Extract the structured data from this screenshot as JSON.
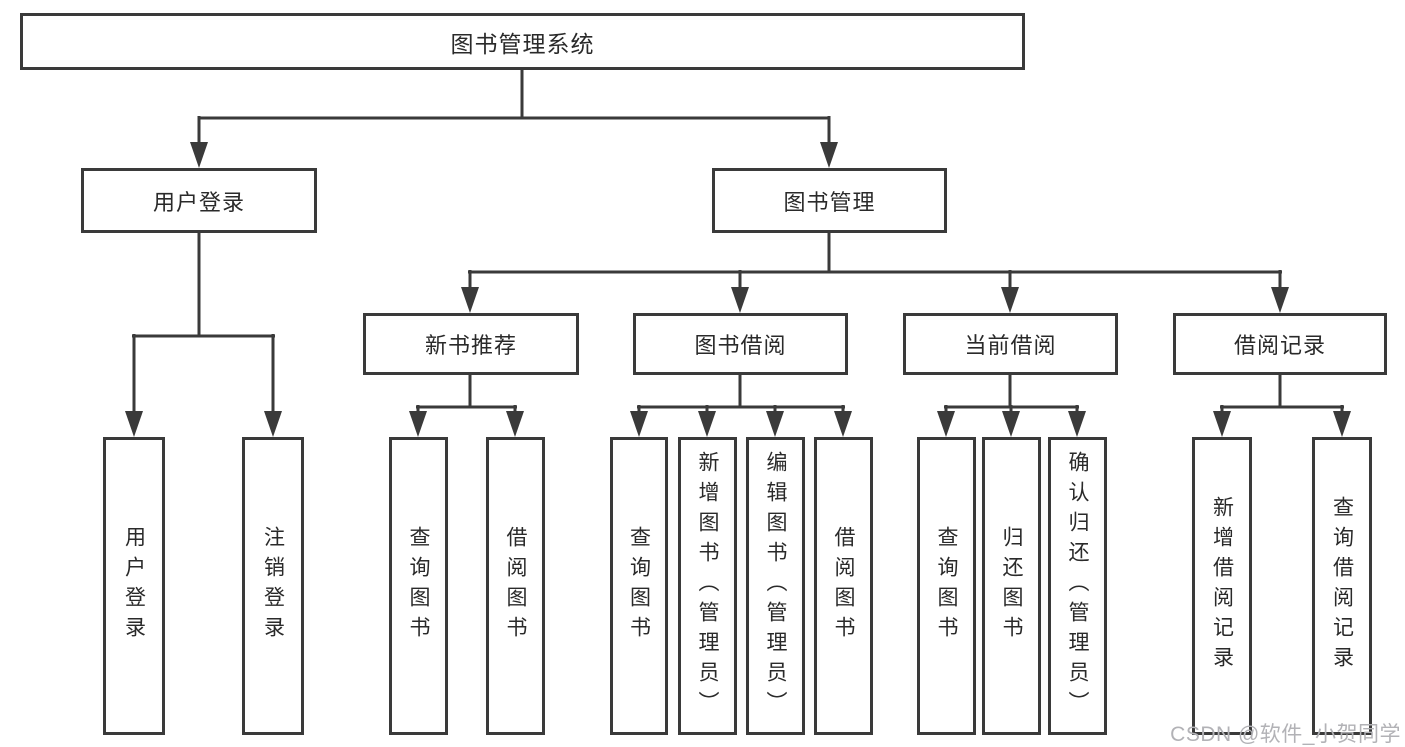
{
  "diagram": {
    "nodes": {
      "root": "图书管理系统",
      "user_login": "用户登录",
      "book_mgmt": "图书管理",
      "new_books": "新书推荐",
      "book_borrow": "图书借阅",
      "current_borrow": "当前借阅",
      "borrow_records": "借阅记录"
    },
    "leaves": {
      "user_login": [
        "用户登录",
        "注销登录"
      ],
      "new_books": [
        "查询图书",
        "借阅图书"
      ],
      "book_borrow": [
        "查询图书",
        "新增图书（管理员）",
        "编辑图书（管理员）",
        "借阅图书"
      ],
      "current_borrow": [
        "查询图书",
        "归还图书",
        "确认归还（管理员）"
      ],
      "borrow_records": [
        "新增借阅记录",
        "查询借阅记录"
      ]
    }
  },
  "watermark": {
    "text": "CSDN @软件_小贺同学"
  },
  "colors": {
    "line": "#3a3a3a",
    "text": "#2a2a2a",
    "watermark": "#b2b2b6",
    "background": "#ffffff"
  }
}
